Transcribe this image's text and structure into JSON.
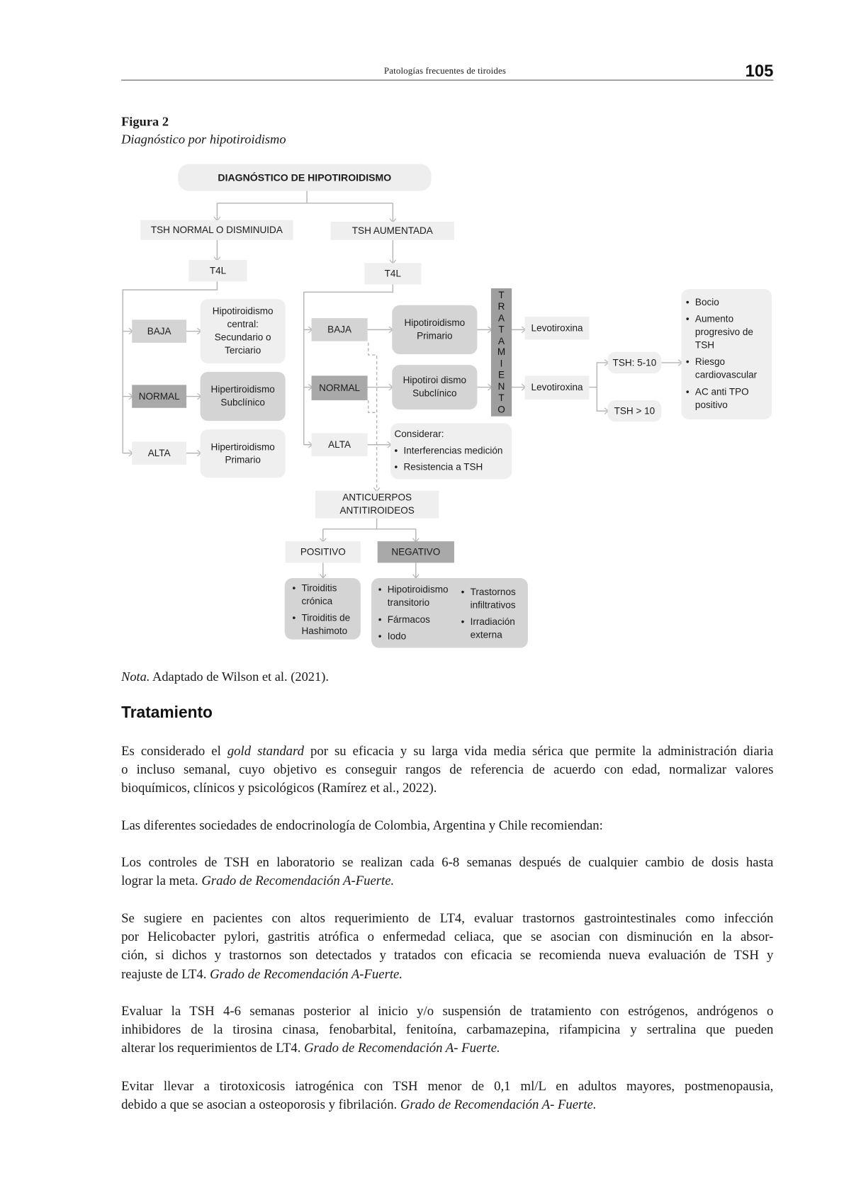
{
  "header": {
    "running_title": "Patologías frecuentes de tiroides",
    "page_number": "105"
  },
  "figure": {
    "label": "Figura 2",
    "caption": "Diagnóstico por hipotiroidismo",
    "title": "DIAGNÓSTICO DE HIPOTIROIDISMO",
    "left_branch": {
      "heading": "TSH NORMAL O DISMINUIDA",
      "test": "T4L",
      "rows": [
        {
          "level": "BAJA",
          "result": "Hipotiroidismo\ncentral:\nSecundario o\nTerciario"
        },
        {
          "level": "NORMAL",
          "result": "Hipertiroidismo\nSubclínico"
        },
        {
          "level": "ALTA",
          "result": "Hipertiroidismo\nPrimario"
        }
      ]
    },
    "right_branch": {
      "heading": "TSH AUMENTADA",
      "test": "T4L",
      "rows": [
        {
          "level": "BAJA",
          "result": "Hipotiroidismo\nPrimario"
        },
        {
          "level": "NORMAL",
          "result": "Hipotiroi dismo\nSubclínico"
        },
        {
          "level": "ALTA"
        }
      ],
      "consider": {
        "title": "Considerar:",
        "items": [
          "Interferencias medición",
          "Resistencia a TSH"
        ]
      }
    },
    "treatment_letters": [
      "T",
      "R",
      "A",
      "T",
      "A",
      "M",
      "I",
      "E",
      "N",
      "T",
      "O"
    ],
    "levothyroxine": [
      "Levotiroxina",
      "Levotiroxina"
    ],
    "tsh_ranges": [
      "TSH: 5-10",
      "TSH > 10"
    ],
    "criteria": [
      "Bocio",
      "Aumento\nprogresivo de\nTSH",
      "Riesgo\ncardiovascular",
      "AC anti TPO\npositivo"
    ],
    "antibodies": {
      "label": "ANTICUERPOS\nANTITIROIDEOS",
      "positive": "POSITIVO",
      "negative": "NEGATIVO",
      "positive_items": [
        "Tiroiditis\ncrónica",
        "Tiroiditis de\nHashimoto"
      ],
      "negative_items_col1": [
        "Hipotiroidismo\ntransitorio",
        "Fármacos",
        "Iodo"
      ],
      "negative_items_col2": [
        "Trastornos\ninfiltrativos",
        "Irradiación\nexterna"
      ]
    }
  },
  "note": {
    "label": "Nota.",
    "text": " Adaptado de Wilson et al. (2021)."
  },
  "section_title": "Tratamiento",
  "paragraphs": {
    "p1": {
      "lines": [
        [
          "Es considerado el ",
          "gold standard",
          " por su eficacia y su larga vida media sérica que permite la administración diaria"
        ],
        "o incluso semanal, cuyo objetivo es conseguir rangos de referencia de acuerdo con edad, normalizar valores",
        "bioquímicos, clínicos y psicológicos (Ramírez et al., 2022)."
      ]
    },
    "p2": "Las diferentes sociedades de endocrinología de Colombia, Argentina y Chile recomiendan:",
    "p3": {
      "lines": [
        "Los controles de TSH en laboratorio se realizan cada 6-8 semanas después de cualquier cambio de dosis hasta",
        [
          "lograr la meta. ",
          "Grado de Recomendación A-Fuerte.",
          ""
        ]
      ]
    },
    "p4": {
      "lines": [
        "Se sugiere en pacientes con altos requerimiento de LT4, evaluar trastornos gastrointestinales como infección",
        "por Helicobacter pylori, gastritis atrófica o enfermedad celiaca, que se asocian con   disminución en la absor-",
        "ción, si dichos y trastornos son detectados y tratados con eficacia se recomienda nueva evaluación de TSH y",
        [
          "reajuste de LT4. ",
          "Grado de Recomendación A-Fuerte.",
          ""
        ]
      ]
    },
    "p5": {
      "lines": [
        "Evaluar la TSH 4-6 semanas posterior al inicio y/o suspensión de tratamiento con estrógenos, andrógenos o",
        "inhibidores de la tirosina cinasa, fenobarbital, fenitoína, carbamazepina, rifampicina y sertralina que pueden",
        [
          "alterar los requerimientos de LT4. ",
          "Grado de Recomendación A- Fuerte.",
          ""
        ]
      ]
    },
    "p6": {
      "lines": [
        "Evitar llevar a tirotoxicosis iatrogénica con TSH menor de 0,1 ml/L en adultos mayores, postmenopausia,",
        [
          "debido a que se asocian a osteoporosis y fibrilación. ",
          "Grado de Recomendación A- Fuerte.",
          ""
        ]
      ]
    }
  }
}
